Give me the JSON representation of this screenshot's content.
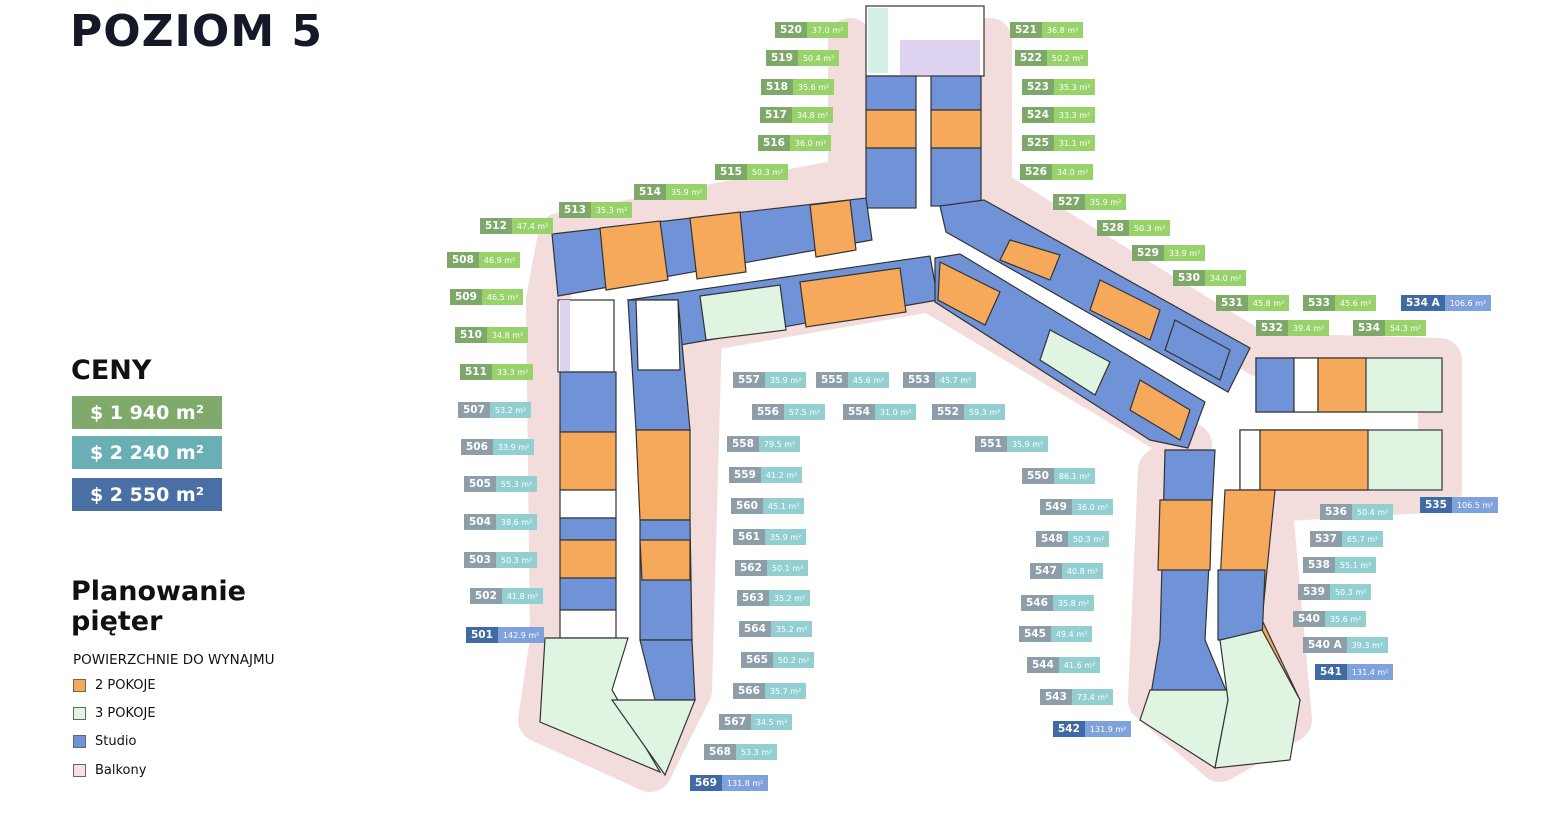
{
  "title": "POZIOM 5",
  "prices": {
    "heading": "CENY",
    "tiers": [
      {
        "label": "$ 1 940  m²",
        "color": "#7faa6b",
        "num_color": "#7ea86a",
        "area_color": "#97d26b"
      },
      {
        "label": "$ 2 240 m²",
        "color": "#69afb4",
        "num_color": "#8d9ea8",
        "area_color": "#93cfd0"
      },
      {
        "label": "$ 2 550 m²",
        "color": "#4a6fa5",
        "num_color": "#3f6aa3",
        "area_color": "#7fa1dc"
      }
    ]
  },
  "legend": {
    "heading": "Planowanie pięter",
    "subheading": "POWIERZCHNIE DO WYNAJMU",
    "items": [
      {
        "label": "2 POKOJE",
        "color": "#f6a95a"
      },
      {
        "label": "3 POKOJE",
        "color": "#dff5e2"
      },
      {
        "label": "Studio",
        "color": "#6f93d6"
      },
      {
        "label": "Balkony",
        "color": "#f6e0e0"
      }
    ]
  },
  "units": [
    {
      "id": "501",
      "area": "142.9 m²",
      "tier": 2
    },
    {
      "id": "502",
      "area": "41.8 m²",
      "tier": 1
    },
    {
      "id": "503",
      "area": "50.3 m²",
      "tier": 1
    },
    {
      "id": "504",
      "area": "38.6 m²",
      "tier": 1
    },
    {
      "id": "505",
      "area": "55.3 m²",
      "tier": 1
    },
    {
      "id": "506",
      "area": "33.9 m²",
      "tier": 1
    },
    {
      "id": "507",
      "area": "53.2 m²",
      "tier": 1
    },
    {
      "id": "508",
      "area": "46.9 m²",
      "tier": 0
    },
    {
      "id": "509",
      "area": "46.5 m²",
      "tier": 0
    },
    {
      "id": "510",
      "area": "34.8 m²",
      "tier": 0
    },
    {
      "id": "511",
      "area": "33.3 m²",
      "tier": 0
    },
    {
      "id": "512",
      "area": "47.4 m²",
      "tier": 0
    },
    {
      "id": "513",
      "area": "35.3 m²",
      "tier": 0
    },
    {
      "id": "514",
      "area": "35.9 m²",
      "tier": 0
    },
    {
      "id": "515",
      "area": "50.3 m²",
      "tier": 0
    },
    {
      "id": "516",
      "area": "36.0 m²",
      "tier": 0
    },
    {
      "id": "517",
      "area": "34.8 m²",
      "tier": 0
    },
    {
      "id": "518",
      "area": "35.6 m²",
      "tier": 0
    },
    {
      "id": "519",
      "area": "50.4 m²",
      "tier": 0
    },
    {
      "id": "520",
      "area": "37.0 m²",
      "tier": 0
    },
    {
      "id": "521",
      "area": "36.8 m²",
      "tier": 0
    },
    {
      "id": "522",
      "area": "50.2 m²",
      "tier": 0
    },
    {
      "id": "523",
      "area": "35.3 m²",
      "tier": 0
    },
    {
      "id": "524",
      "area": "33.3 m²",
      "tier": 0
    },
    {
      "id": "525",
      "area": "31.1 m²",
      "tier": 0
    },
    {
      "id": "526",
      "area": "34.0 m²",
      "tier": 0
    },
    {
      "id": "527",
      "area": "35.9 m²",
      "tier": 0
    },
    {
      "id": "528",
      "area": "50.3 m²",
      "tier": 0
    },
    {
      "id": "529",
      "area": "33.9 m²",
      "tier": 0
    },
    {
      "id": "530",
      "area": "34.0 m²",
      "tier": 0
    },
    {
      "id": "531",
      "area": "45.8 m²",
      "tier": 0
    },
    {
      "id": "532",
      "area": "39.4 m²",
      "tier": 0
    },
    {
      "id": "533",
      "area": "45.6 m²",
      "tier": 0
    },
    {
      "id": "534",
      "area": "54.3 m²",
      "tier": 0
    },
    {
      "id": "534 A",
      "area": "106.6 m²",
      "tier": 2
    },
    {
      "id": "535",
      "area": "106.5 m²",
      "tier": 2
    },
    {
      "id": "536",
      "area": "50.4 m²",
      "tier": 1
    },
    {
      "id": "537",
      "area": "65.7 m²",
      "tier": 1
    },
    {
      "id": "538",
      "area": "55.1 m²",
      "tier": 1
    },
    {
      "id": "539",
      "area": "50.3 m²",
      "tier": 1
    },
    {
      "id": "540",
      "area": "35.6 m²",
      "tier": 1
    },
    {
      "id": "540 A",
      "area": "39.3 m²",
      "tier": 1
    },
    {
      "id": "541",
      "area": "131.4 m²",
      "tier": 2
    },
    {
      "id": "542",
      "area": "131.9 m²",
      "tier": 2
    },
    {
      "id": "543",
      "area": "73.4 m²",
      "tier": 1
    },
    {
      "id": "544",
      "area": "41.6 m²",
      "tier": 1
    },
    {
      "id": "545",
      "area": "49.4 m²",
      "tier": 1
    },
    {
      "id": "546",
      "area": "35.8 m²",
      "tier": 1
    },
    {
      "id": "547",
      "area": "40.8 m²",
      "tier": 1
    },
    {
      "id": "548",
      "area": "50.3 m²",
      "tier": 1
    },
    {
      "id": "549",
      "area": "36.0 m²",
      "tier": 1
    },
    {
      "id": "550",
      "area": "86.1 m²",
      "tier": 1
    },
    {
      "id": "551",
      "area": "35.9 m²",
      "tier": 1
    },
    {
      "id": "552",
      "area": "59.3 m²",
      "tier": 1
    },
    {
      "id": "553",
      "area": "45.7 m²",
      "tier": 1
    },
    {
      "id": "554",
      "area": "31.0 m²",
      "tier": 1
    },
    {
      "id": "555",
      "area": "45.6 m²",
      "tier": 1
    },
    {
      "id": "556",
      "area": "57.5 m²",
      "tier": 1
    },
    {
      "id": "557",
      "area": "35.9 m²",
      "tier": 1
    },
    {
      "id": "558",
      "area": "79.5 m²",
      "tier": 1
    },
    {
      "id": "559",
      "area": "41.2 m²",
      "tier": 1
    },
    {
      "id": "560",
      "area": "45.1 m²",
      "tier": 1
    },
    {
      "id": "561",
      "area": "35.9 m²",
      "tier": 1
    },
    {
      "id": "562",
      "area": "50.1 m²",
      "tier": 1
    },
    {
      "id": "563",
      "area": "35.2 m²",
      "tier": 1
    },
    {
      "id": "564",
      "area": "35.2 m²",
      "tier": 1
    },
    {
      "id": "565",
      "area": "50.2 m²",
      "tier": 1
    },
    {
      "id": "566",
      "area": "35.7 m²",
      "tier": 1
    },
    {
      "id": "567",
      "area": "34.5 m²",
      "tier": 1
    },
    {
      "id": "568",
      "area": "53.3 m²",
      "tier": 1
    },
    {
      "id": "569",
      "area": "131.8 m²",
      "tier": 2
    }
  ]
}
